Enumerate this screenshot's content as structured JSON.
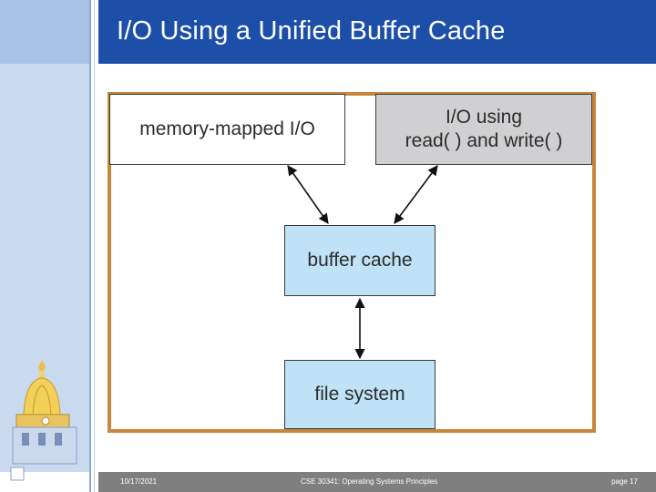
{
  "slide": {
    "title": "I/O Using a Unified Buffer Cache"
  },
  "diagram": {
    "boxes": {
      "memory_mapped": "memory-mapped I/O",
      "rw_line1": "I/O using",
      "rw_line2": "read( ) and write( )",
      "buffer_cache": "buffer cache",
      "file_system": "file system"
    },
    "colors": {
      "frame": "#c8863c",
      "cache_fill": "#bfe2f6",
      "rw_fill": "#d0d0d2",
      "title_bar": "#1d4fa8"
    }
  },
  "footer": {
    "date": "10/17/2021",
    "course": "CSE 30341: Operating Systems Principles",
    "page": "page 17"
  },
  "decor": {
    "logo_icon": "dome-icon"
  }
}
